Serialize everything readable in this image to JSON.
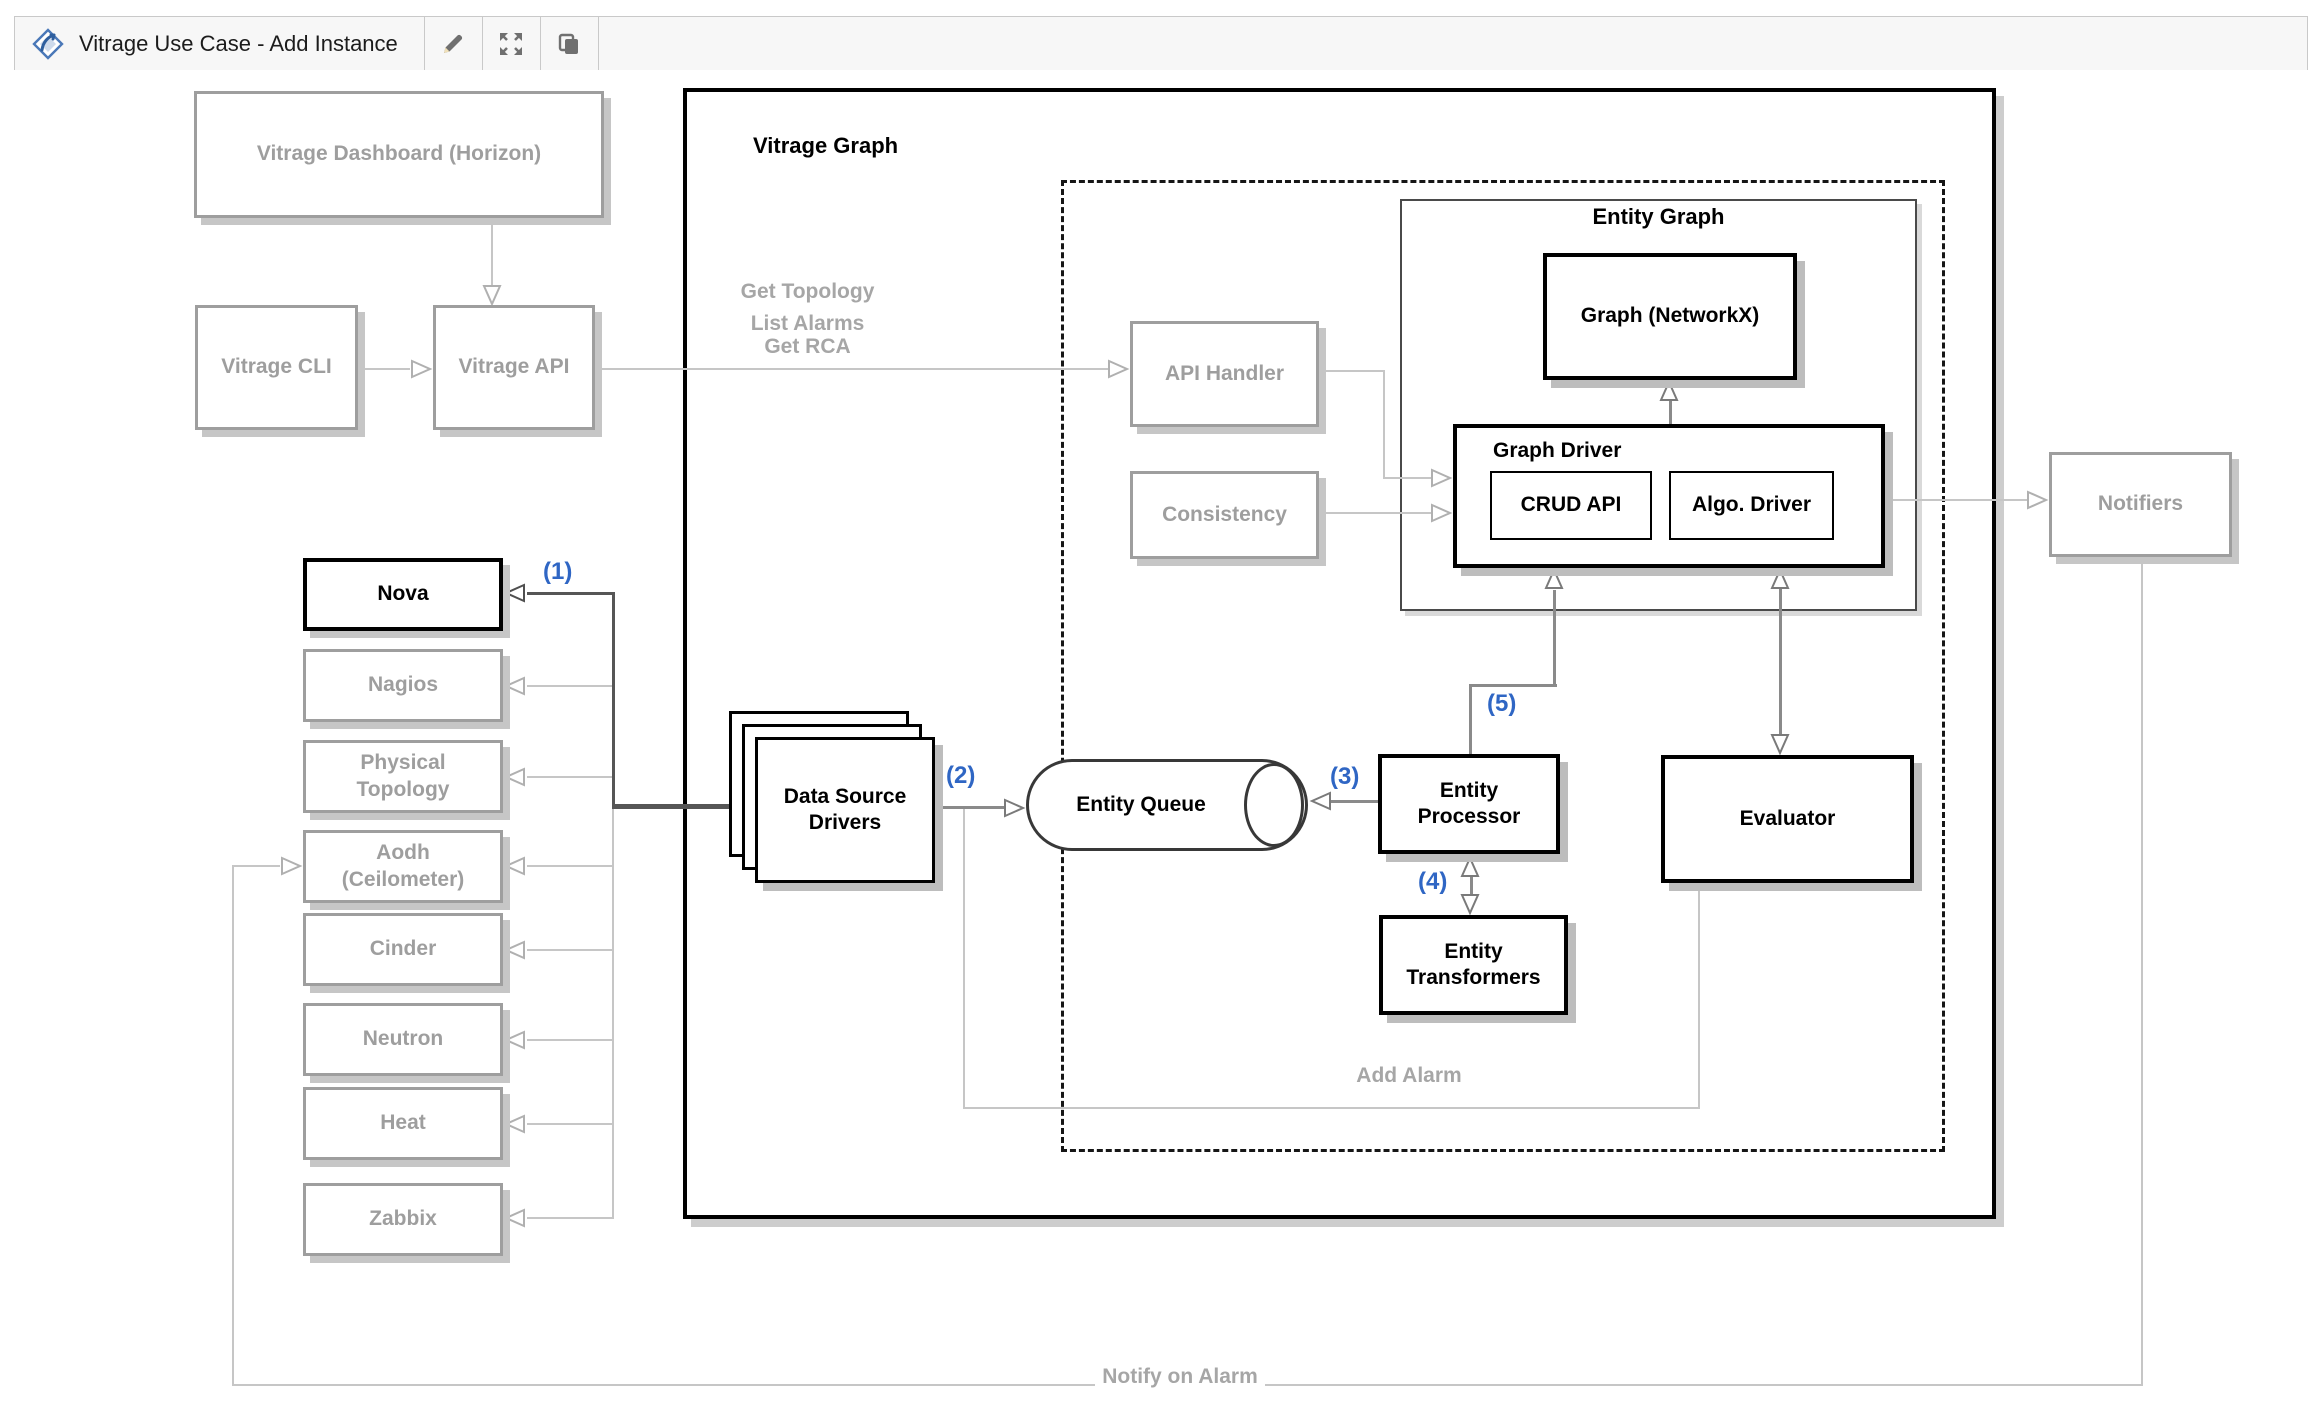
{
  "toolbar": {
    "title": "Vitrage Use Case - Add Instance",
    "icons": {
      "logo": "diagram-logo",
      "edit": "pencil-icon",
      "fullscreen": "expand-icon",
      "copy": "copy-icon"
    }
  },
  "diagram": {
    "boxes": {
      "dashboard": "Vitrage Dashboard (Horizon)",
      "cli": "Vitrage CLI",
      "api": "Vitrage API",
      "vitrage_graph": "Vitrage Graph",
      "entity_graph": "Entity Graph",
      "graph_networkx": "Graph (NetworkX)",
      "graph_driver": "Graph Driver",
      "crud_api": "CRUD API",
      "algo_driver": "Algo. Driver",
      "api_handler": "API Handler",
      "consistency": "Consistency",
      "notifiers": "Notifiers",
      "data_source_drivers": "Data Source Drivers",
      "entity_queue": "Entity Queue",
      "entity_processor": "Entity Processor",
      "entity_transformers": "Entity Transformers",
      "evaluator": "Evaluator"
    },
    "sources": [
      "Nova",
      "Nagios",
      "Physical Topology",
      "Aodh (Ceilometer)",
      "Cinder",
      "Neutron",
      "Heat",
      "Zabbix"
    ],
    "flow_labels": {
      "get_topology": "Get Topology",
      "list_alarms": "List Alarms",
      "get_rca": "Get RCA",
      "add_alarm": "Add Alarm",
      "notify_on_alarm": "Notify on Alarm"
    },
    "steps": [
      "(1)",
      "(2)",
      "(3)",
      "(4)",
      "(5)"
    ],
    "colors": {
      "step_blue": "#2f66c4",
      "gray_box": "#9e9e9e",
      "light_line": "#c6c6c6",
      "dark_line": "#565656",
      "black": "#000000"
    }
  }
}
